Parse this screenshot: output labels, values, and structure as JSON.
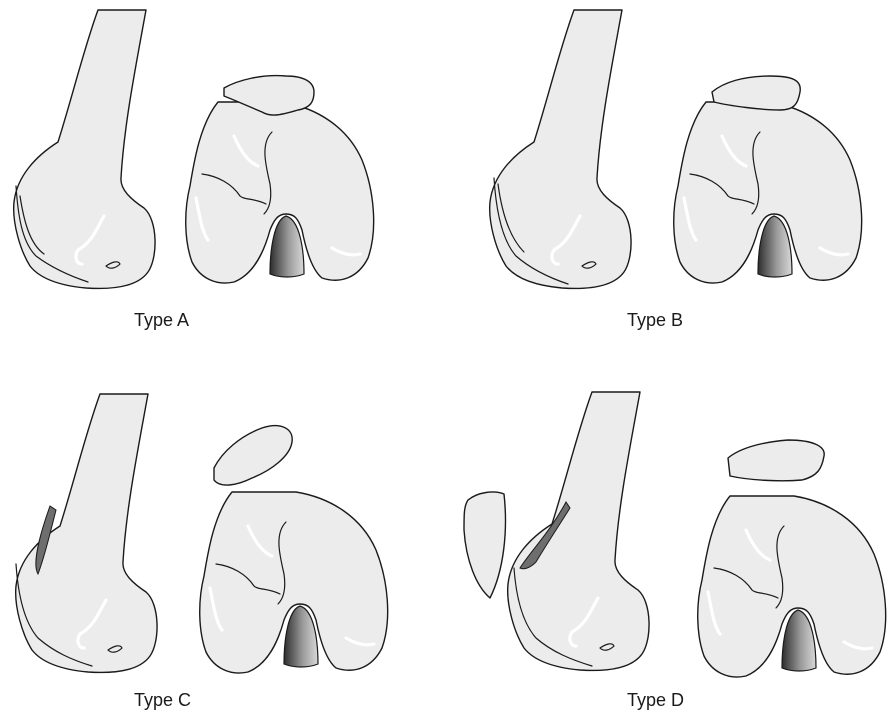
{
  "figure": {
    "panels": [
      {
        "id": "a",
        "label": "Type A"
      },
      {
        "id": "b",
        "label": "Type B"
      },
      {
        "id": "c",
        "label": "Type C"
      },
      {
        "id": "d",
        "label": "Type D"
      }
    ],
    "colors": {
      "bone_fill": "#ececec",
      "outline": "#1a1a1a",
      "notch_dark": "#3c3c3c",
      "notch_light": "#d8d8d8",
      "fracture_shade": "#6e6e6e",
      "background": "#ffffff"
    }
  }
}
